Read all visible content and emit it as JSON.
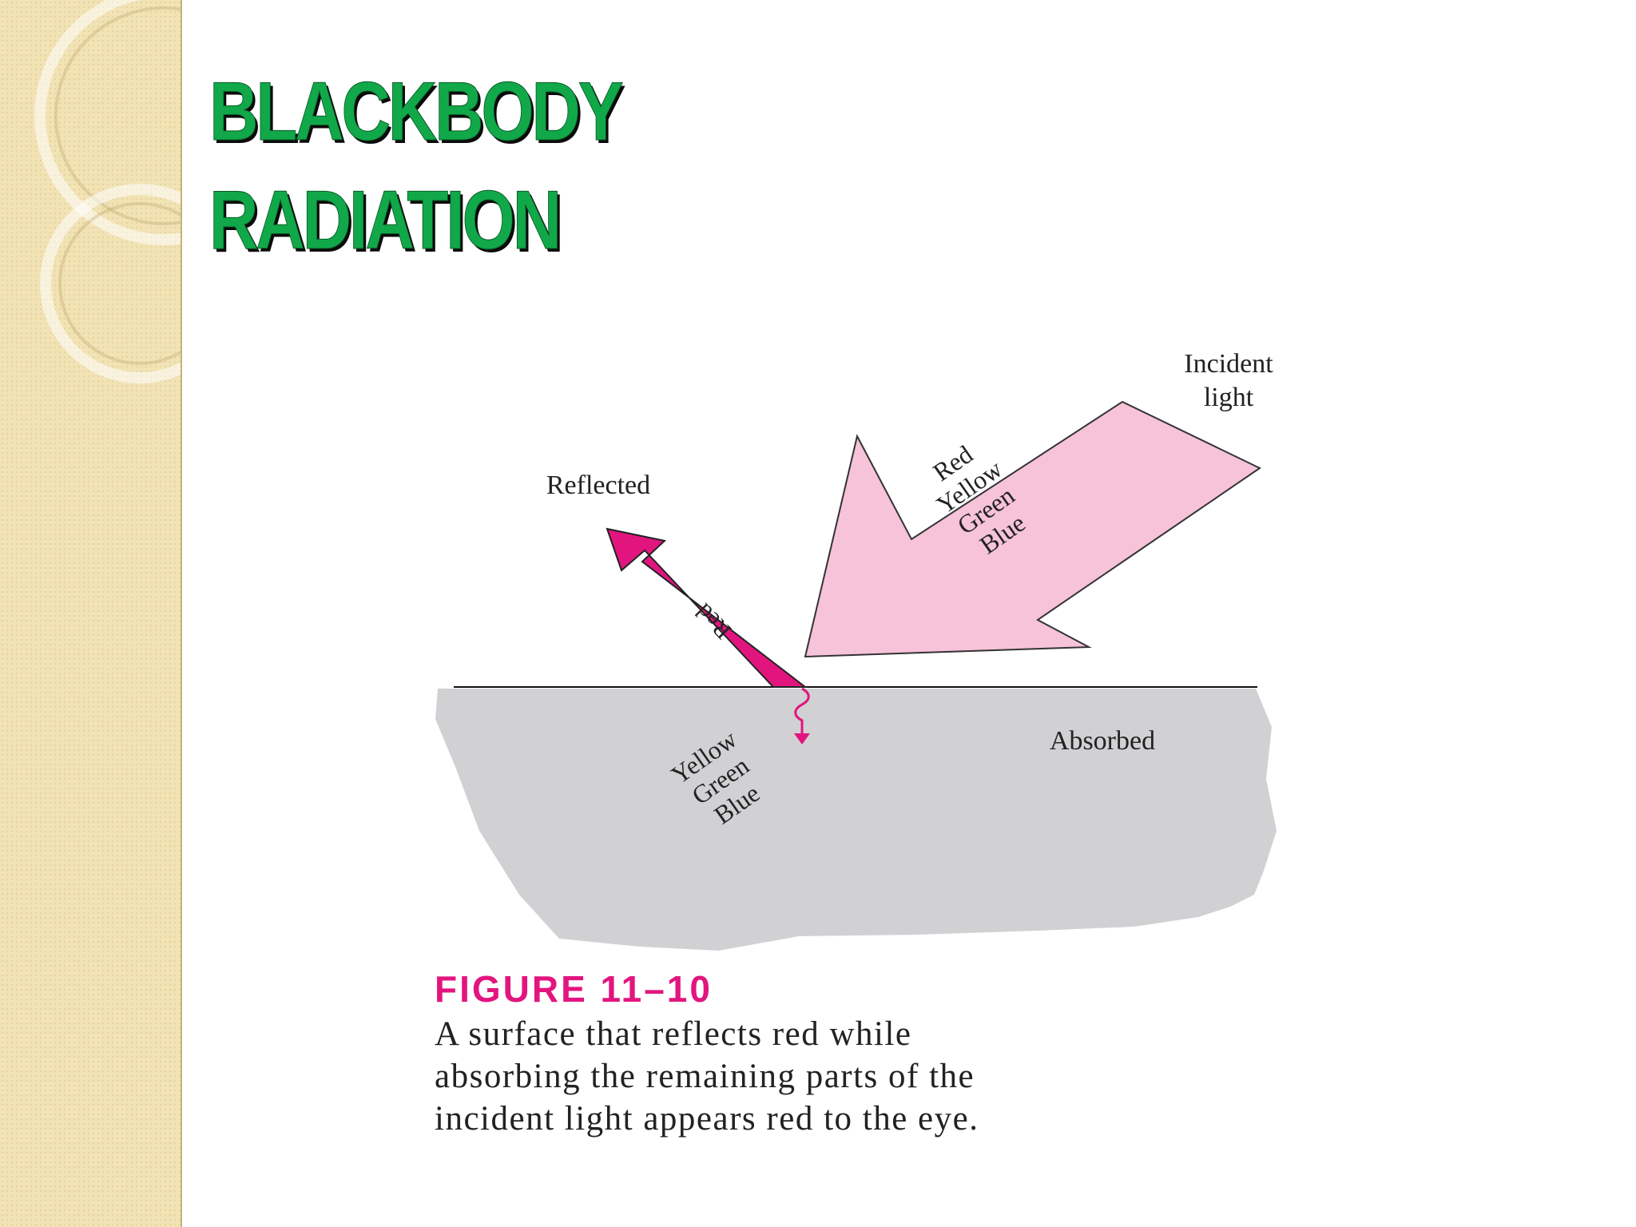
{
  "slide": {
    "title_line1": "BLACKBODY",
    "title_line2": "RADIATION"
  },
  "figure": {
    "label_incident_line1": "Incident",
    "label_incident_line2": "light",
    "incident_colors": [
      "Red",
      "Yellow",
      "Green",
      "Blue"
    ],
    "label_reflected": "Reflected",
    "reflected_color": "Red",
    "label_absorbed": "Absorbed",
    "absorbed_colors": [
      "Yellow",
      "Green",
      "Blue"
    ]
  },
  "caption": {
    "heading": "FIGURE 11–10",
    "lines": [
      "A surface that reflects red while",
      "absorbing the remaining parts of the",
      "incident light appears red to the eye."
    ]
  },
  "colors": {
    "title": "#11a84a",
    "magenta": "#e2157f",
    "pink": "#f6c3d9",
    "surface": "#d1d0d3",
    "sidebar": "#f2e3b5"
  }
}
